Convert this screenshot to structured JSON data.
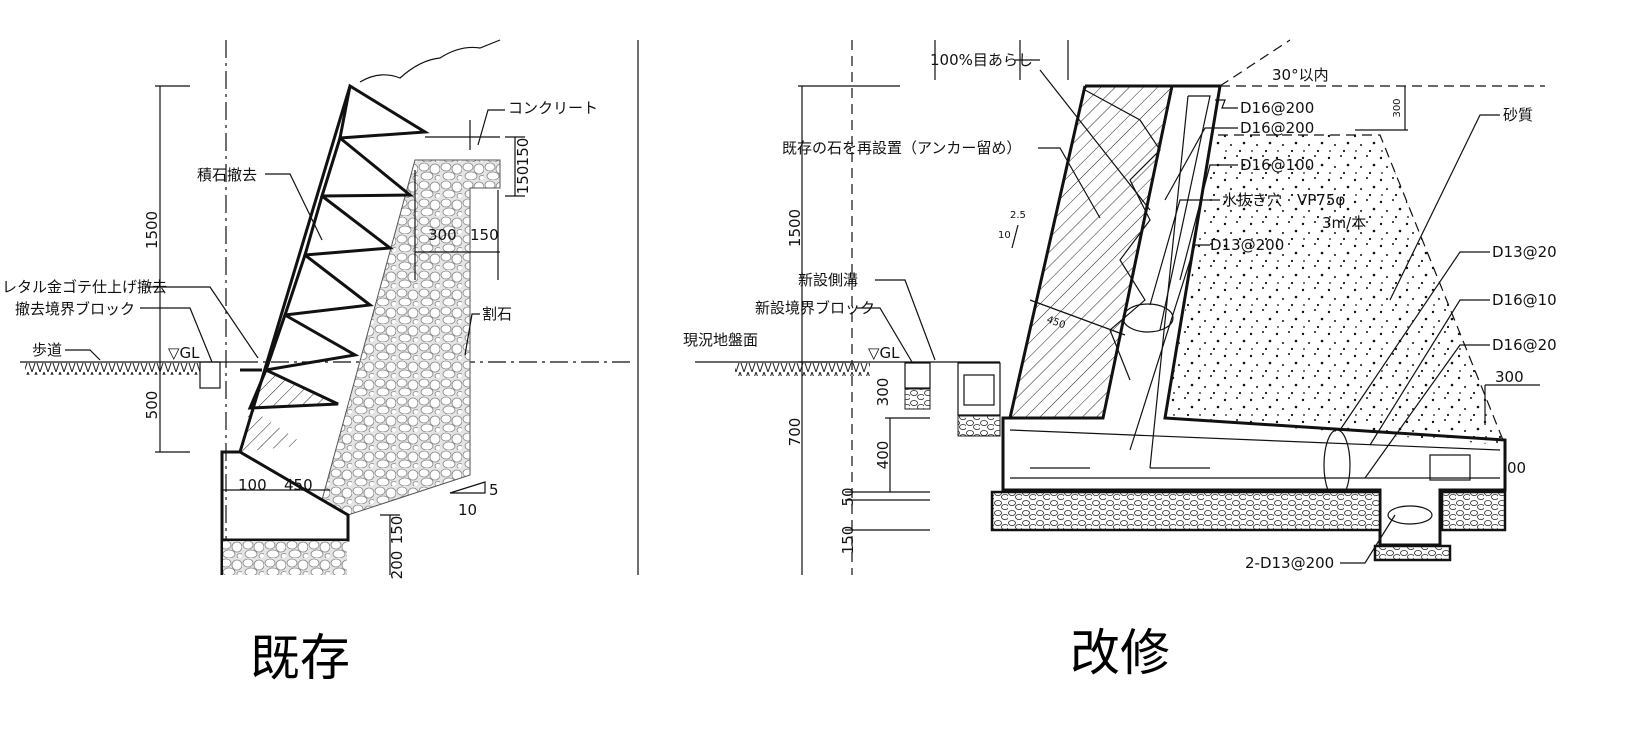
{
  "existing": {
    "title": "既存",
    "labels": {
      "concrete": "コンクリート",
      "stone_removal": "積石撤去",
      "mortar_removal": "レタル金ゴテ仕上げ撤去",
      "boundary_block_removal": "撤去境界ブロック",
      "sidewalk": "歩道",
      "gl": "▽GL",
      "rubble": "割石"
    },
    "dimensions": {
      "height_upper": "1500",
      "height_lower": "500",
      "top_150_a": "150",
      "top_150_b": "150",
      "width_300": "300",
      "width_150": "150",
      "base_100": "100",
      "base_450": "450",
      "bottom_150": "150",
      "bottom_200": "200",
      "slope_rise": "5",
      "slope_run": "10"
    }
  },
  "renovation": {
    "title": "改修",
    "labels": {
      "roughening": "100%目あらし",
      "angle_limit": "30°以内",
      "rebar_1": "D16@200",
      "rebar_2": "D16@200",
      "reinstall_stone": "既存の石を再設置（アンカー留め）",
      "rebar_3": "D16@100",
      "weep_hole": "水抜き穴　VP75φ",
      "weep_spacing": "3m/本",
      "rebar_4": "D13@200",
      "new_gutter": "新設側溝",
      "new_boundary_block": "新設境界ブロック",
      "existing_ground": "現況地盤面",
      "gl": "▽GL",
      "sandy": "砂質",
      "rebar_right_1": "D13@20",
      "rebar_right_2": "D16@10",
      "rebar_right_3": "D16@20",
      "rebar_bottom": "2-D13@200"
    },
    "dimensions": {
      "height_upper": "1500",
      "height_700": "700",
      "depth_300": "300",
      "depth_400": "400",
      "depth_50": "50",
      "depth_150": "150",
      "top_300": "300",
      "stone_450": "450",
      "slope_rise": "2.5",
      "slope_run": "10",
      "right_300": "300",
      "right_00": "00"
    }
  }
}
